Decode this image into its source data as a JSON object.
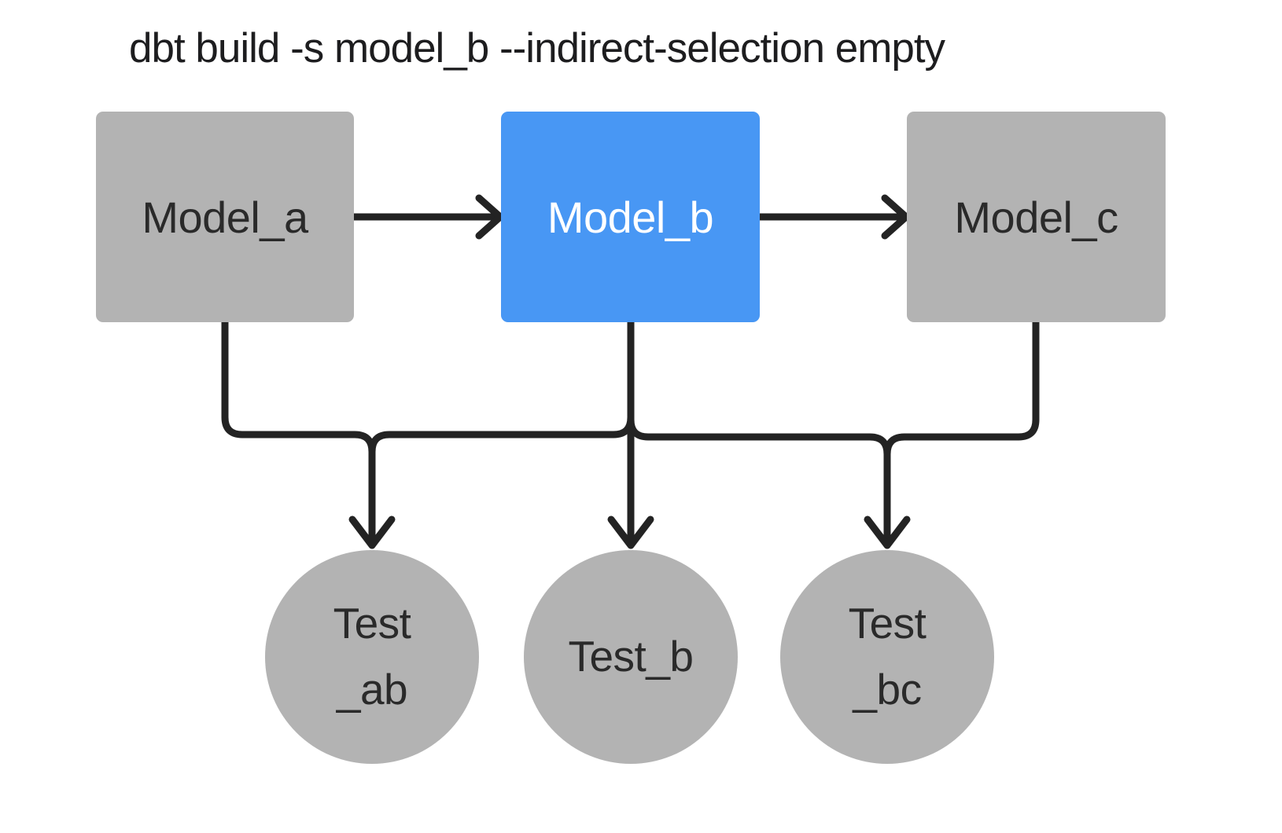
{
  "title": "dbt build -s model_b --indirect-selection empty",
  "colors": {
    "background": "#ffffff",
    "node_gray": "#b3b3b3",
    "node_selected_blue": "#4897f4",
    "edge_dark": "#232323",
    "text_dark": "#2a2a2a",
    "text_on_blue": "#ffffff",
    "title_text": "#1d1d1f"
  },
  "diagram": {
    "models": [
      {
        "id": "model_a",
        "label": "Model_a",
        "shape": "rectangle",
        "selected": false
      },
      {
        "id": "model_b",
        "label": "Model_b",
        "shape": "rectangle",
        "selected": true
      },
      {
        "id": "model_c",
        "label": "Model_c",
        "shape": "rectangle",
        "selected": false
      }
    ],
    "tests": [
      {
        "id": "test_ab",
        "lines": [
          "Test",
          "_ab"
        ]
      },
      {
        "id": "test_b",
        "lines": [
          "Test_b"
        ]
      },
      {
        "id": "test_bc",
        "lines": [
          "Test",
          "_bc"
        ]
      }
    ],
    "edges": [
      {
        "from": "model_a",
        "to": "model_b"
      },
      {
        "from": "model_b",
        "to": "model_c"
      },
      {
        "from": "model_a",
        "to": "test_ab"
      },
      {
        "from": "model_b",
        "to": "test_ab"
      },
      {
        "from": "model_b",
        "to": "test_b"
      },
      {
        "from": "model_b",
        "to": "test_bc"
      },
      {
        "from": "model_c",
        "to": "test_bc"
      }
    ]
  }
}
